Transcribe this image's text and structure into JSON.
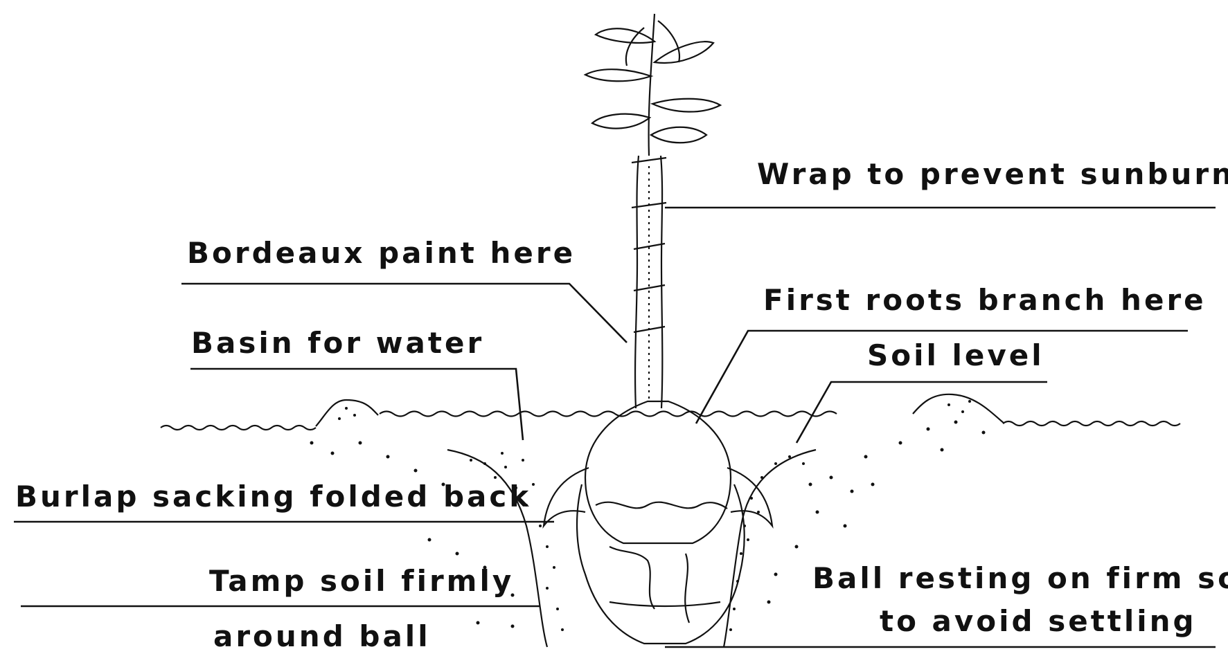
{
  "labels": {
    "wrap": "Wrap to prevent sunburn",
    "bordeaux": "Bordeaux paint here",
    "first_roots": "First roots branch here",
    "basin": "Basin for water",
    "soil_level": "Soil level",
    "burlap": "Burlap sacking folded back",
    "tamp_line1": "Tamp soil firmly",
    "tamp_line2": "around ball",
    "ball_line1": "Ball resting on firm soil",
    "ball_line2": "to avoid settling"
  },
  "colors": {
    "ink": "#111111",
    "paper": "#ffffff"
  }
}
